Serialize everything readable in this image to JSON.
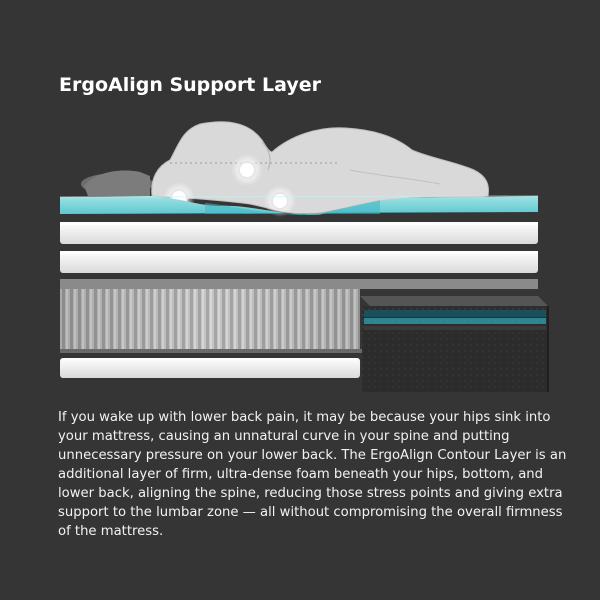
{
  "title": "ErgoAlign Support Layer",
  "description": "If you wake up with lower back pain, it may be because your hips sink into your mattress, causing an unnatural curve in your spine and putting unnecessary pressure on your lower back. The ErgoAlign Contour Layer is an additional layer of firm, ultra-dense foam beneath your hips, bottom, and lower back, aligning the spine, reducing those stress points and giving extra support to the lumbar zone — all without compromising the overall firmness of the mattress.",
  "colors": {
    "background": "#353535",
    "foam_teal": "#7fd6dc",
    "foam_teal_dark": "#3bb8c4",
    "comfort_layer_white": "#f4f4f4",
    "coil_grey": "#8e8e8e",
    "base_dark": "#2b2b2b",
    "silhouette": "#d8d8d8"
  },
  "illustration": {
    "figure": "sleeping-person-silhouette",
    "pressure_points": 3,
    "layers": [
      "ergoalign-foam-layer",
      "comfort-foam-layer",
      "support-foam-layer",
      "pocket-coil-layer",
      "base-foam-layer",
      "corner-cutaway"
    ]
  }
}
